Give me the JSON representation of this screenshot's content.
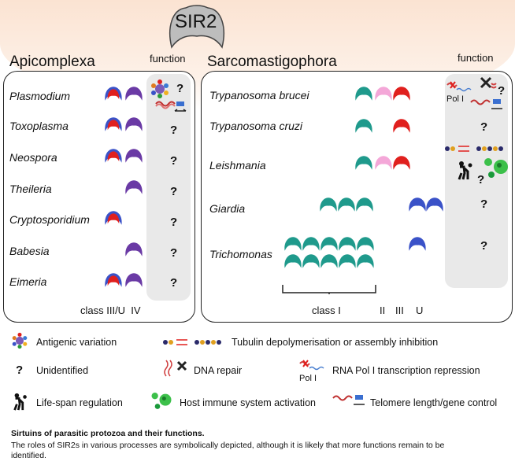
{
  "header": {
    "sir2": "SIR2"
  },
  "apicomplexa": {
    "title": "Apicomplexa",
    "function_label": "function",
    "organisms": [
      "Plasmodium",
      "Toxoplasma",
      "Neospora",
      "Theileria",
      "Cryptosporidium",
      "Babesia",
      "Eimeria"
    ],
    "class_label": "class III/U  IV"
  },
  "sarco": {
    "title": "Sarcomastigophora",
    "function_label": "function",
    "organisms": [
      "Trypanosoma brucei",
      "Trypanosoma cruzi",
      "Leishmania",
      "Giardia",
      "Trichomonas"
    ],
    "class_labels": {
      "c1": "class I",
      "c2": "II",
      "c3": "III",
      "c4": "U"
    },
    "pol_label": "Pol I"
  },
  "qmark": "?",
  "legend": {
    "antigenic": "Antigenic variation",
    "tubulin": "Tubulin depolymerisation or assembly inhibition",
    "unidentified": "Unidentified",
    "dna_repair": "DNA repair",
    "rna_pol": "RNA Pol I transcription repression",
    "pol_label": "Pol I",
    "lifespan": "Life-span regulation",
    "immune": "Host immune system activation",
    "telomere": "Telomere length/gene control"
  },
  "caption": {
    "title": "Sirtuins of parasitic protozoa and their functions.",
    "body": "The roles of SIR2s in various processes are symbolically depicted, although it is likely that more functions remain to be identified."
  },
  "colors": {
    "purple": "#6a3aa5",
    "red": "#e0201e",
    "blue": "#3a52c8",
    "teal": "#1f9a8c",
    "pink": "#f4a7d8"
  }
}
